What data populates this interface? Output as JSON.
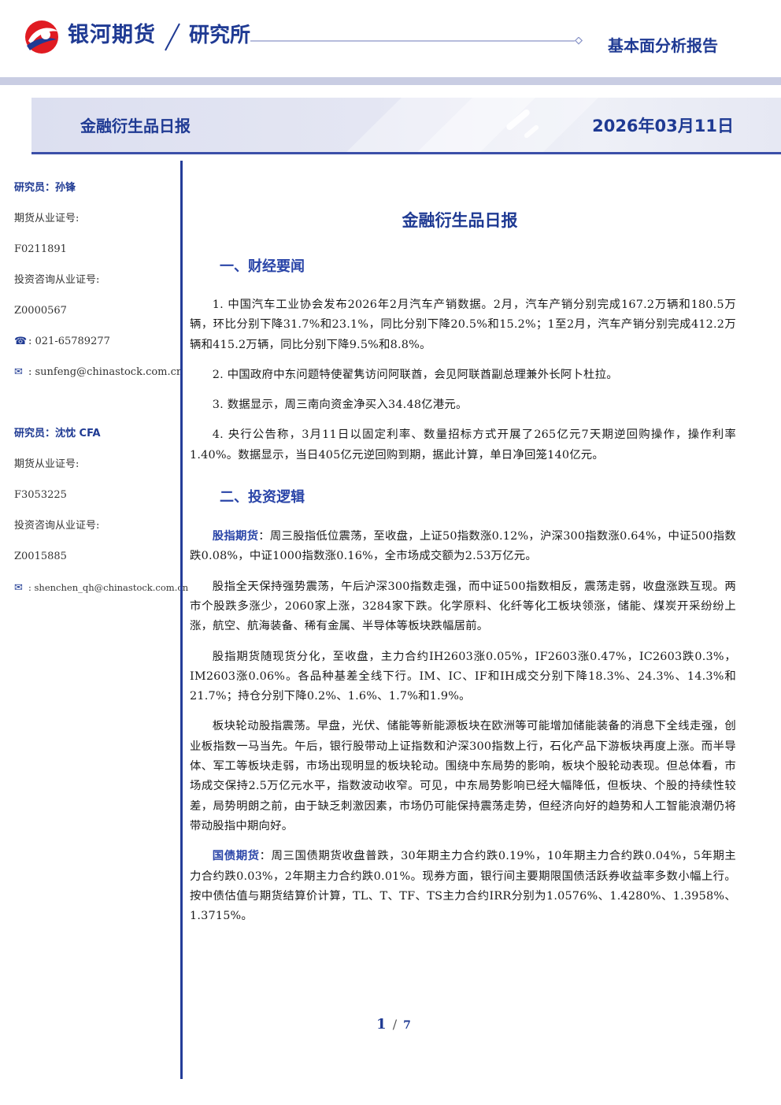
{
  "header": {
    "brand": "银河期货",
    "institute": "研究所",
    "report_type": "基本面分析报告"
  },
  "banner": {
    "title": "金融衍生品日报",
    "date": "2026年03月11日"
  },
  "sidebar": {
    "analyst1": {
      "name_line": "研究员：孙锋",
      "license_label": "期货从业证号:",
      "license": "F0211891",
      "consult_label": "投资咨询从业证号:",
      "consult": "Z0000567",
      "phone": "021-65789277",
      "email": "sunfeng@chinastock.com.cn"
    },
    "analyst2": {
      "name_line": "研究员：沈忱  CFA",
      "license_label": "期货从业证号:",
      "license": "F3053225",
      "consult_label": "投资咨询从业证号:",
      "consult": "Z0015885",
      "email": "shenchen_qh@chinastock.com.cn"
    }
  },
  "main": {
    "title": "金融衍生品日报",
    "section1": {
      "heading": "一、财经要闻",
      "items": [
        "1. 中国汽车工业协会发布2026年2月汽车产销数据。2月，汽车产销分别完成167.2万辆和180.5万辆，环比分别下降31.7%和23.1%，同比分别下降20.5%和15.2%；1至2月，汽车产销分别完成412.2万辆和415.2万辆，同比分别下降9.5%和8.8%。",
        "2. 中国政府中东问题特使翟隽访问阿联酋，会见阿联酋副总理兼外长阿卜杜拉。",
        "3. 数据显示，周三南向资金净买入34.48亿港元。",
        "4. 央行公告称，3月11日以固定利率、数量招标方式开展了265亿元7天期逆回购操作，操作利率1.40%。数据显示，当日405亿元逆回购到期，据此计算，单日净回笼140亿元。"
      ]
    },
    "section2": {
      "heading": "二、投资逻辑",
      "p1_lead": "股指期货",
      "p1_text": "：周三股指低位震荡，至收盘，上证50指数涨0.12%，沪深300指数涨0.64%，中证500指数跌0.08%，中证1000指数涨0.16%，全市场成交额为2.53万亿元。",
      "p2": "股指全天保持强势震荡，午后沪深300指数走强，而中证500指数相反，震荡走弱，收盘涨跌互现。两市个股跌多涨少，2060家上涨，3284家下跌。化学原料、化纤等化工板块领涨，储能、煤炭开采纷纷上涨，航空、航海装备、稀有金属、半导体等板块跌幅居前。",
      "p3": "股指期货随现货分化，至收盘，主力合约IH2603涨0.05%，IF2603涨0.47%，IC2603跌0.3%，IM2603涨0.06%。各品种基差全线下行。IM、IC、IF和IH成交分别下降18.3%、24.3%、14.3%和21.7%；持仓分别下降0.2%、1.6%、1.7%和1.9%。",
      "p4": "板块轮动股指震荡。早盘，光伏、储能等新能源板块在欧洲等可能增加储能装备的消息下全线走强，创业板指数一马当先。午后，银行股带动上证指数和沪深300指数上行，石化产品下游板块再度上涨。而半导体、军工等板块走弱，市场出现明显的板块轮动。围绕中东局势的影响，板块个股轮动表现。但总体看，市场成交保持2.5万亿元水平，指数波动收窄。可见，中东局势影响已经大幅降低，但板块、个股的持续性较差，局势明朗之前，由于缺乏刺激因素，市场仍可能保持震荡走势，但经济向好的趋势和人工智能浪潮仍将带动股指中期向好。",
      "p5_lead": "国债期货",
      "p5_text": "：周三国债期货收盘普跌，30年期主力合约跌0.19%，10年期主力合约跌0.04%，5年期主力合约跌0.03%，2年期主力合约跌0.01%。现券方面，银行间主要期限国债活跃券收益率多数小幅上行。按中债估值与期货结算价计算，TL、T、TF、TS主力合约IRR分别为1.0576%、1.4280%、1.3958%、1.3715%。"
    }
  },
  "footer": {
    "page": "1",
    "total": "7"
  }
}
